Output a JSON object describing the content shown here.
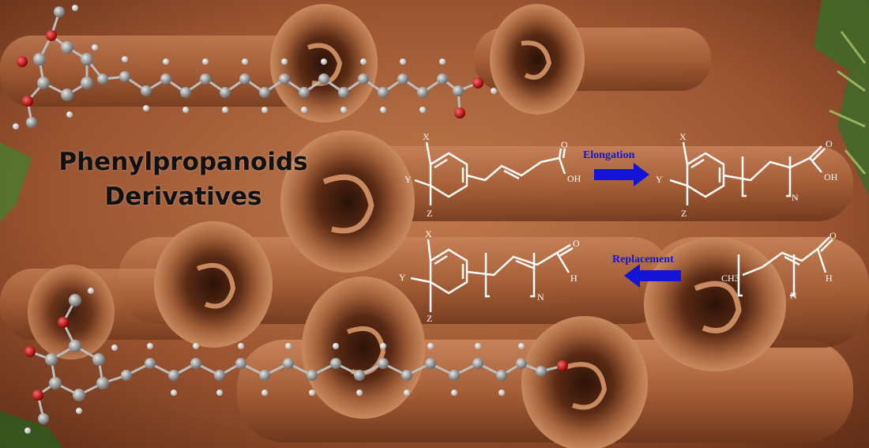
{
  "title": {
    "line1": "Phenylpropanoids",
    "line2": "Derivatives"
  },
  "scheme": {
    "elongation_label": "Elongation",
    "replacement_label": "Replacement",
    "substituents": {
      "x": "X",
      "y": "Y",
      "z": "Z"
    },
    "hydroxyl": "OH",
    "hydrogen": "H",
    "oxygen": "O",
    "repeat": "N",
    "methyl": "CH3"
  },
  "colors": {
    "arrow": "#1414d6",
    "structure": "#ffffff",
    "oxygen_atom": "#d01010",
    "carbon_atom": "#8d8d8d",
    "hydrogen_atom": "#e8e8e8"
  }
}
